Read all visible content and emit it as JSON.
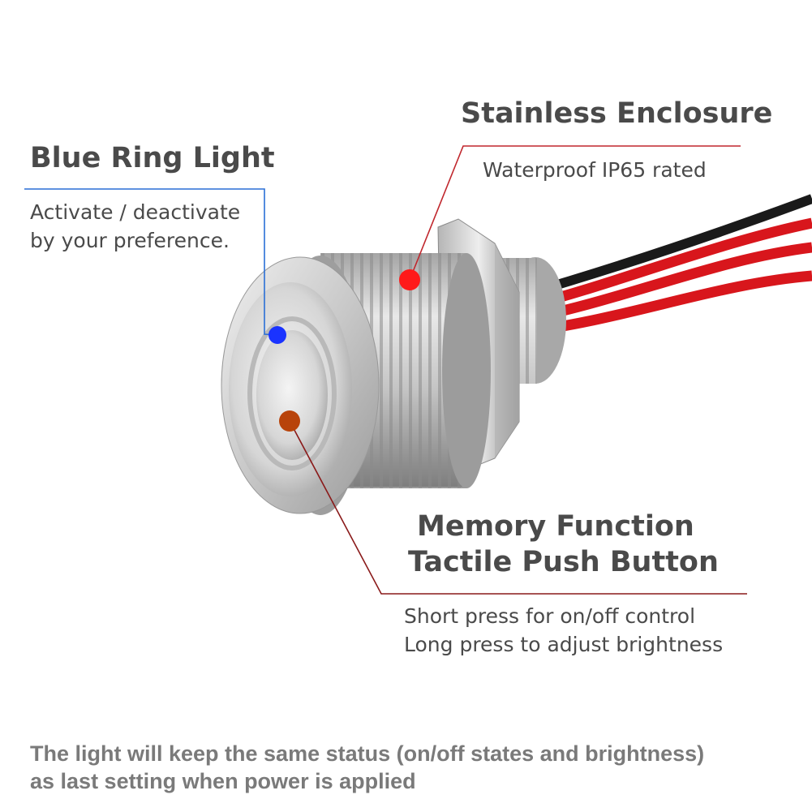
{
  "callouts": {
    "blue_ring": {
      "title": "Blue Ring Light",
      "desc_line1": "Activate / deactivate",
      "desc_line2": "by your preference.",
      "dot_color": "#1a33ff"
    },
    "stainless": {
      "title": "Stainless Enclosure",
      "desc": "Waterproof IP65 rated",
      "dot_color": "#ff1a1a"
    },
    "memory": {
      "title_line1": "Memory Function",
      "title_line2": "Tactile Push Button",
      "desc_line1": "Short press for on/off control",
      "desc_line2": "Long press to adjust brightness",
      "dot_color": "#b8430a"
    }
  },
  "footer": {
    "line1": "The light will keep the same status (on/off states and brightness)",
    "line2": "as last setting when power is applied"
  },
  "colors": {
    "leader_line": "#c0272d",
    "blue_leader": "#2a6fd6",
    "wire_red": "#d8161c",
    "wire_black": "#1a1a1a"
  }
}
